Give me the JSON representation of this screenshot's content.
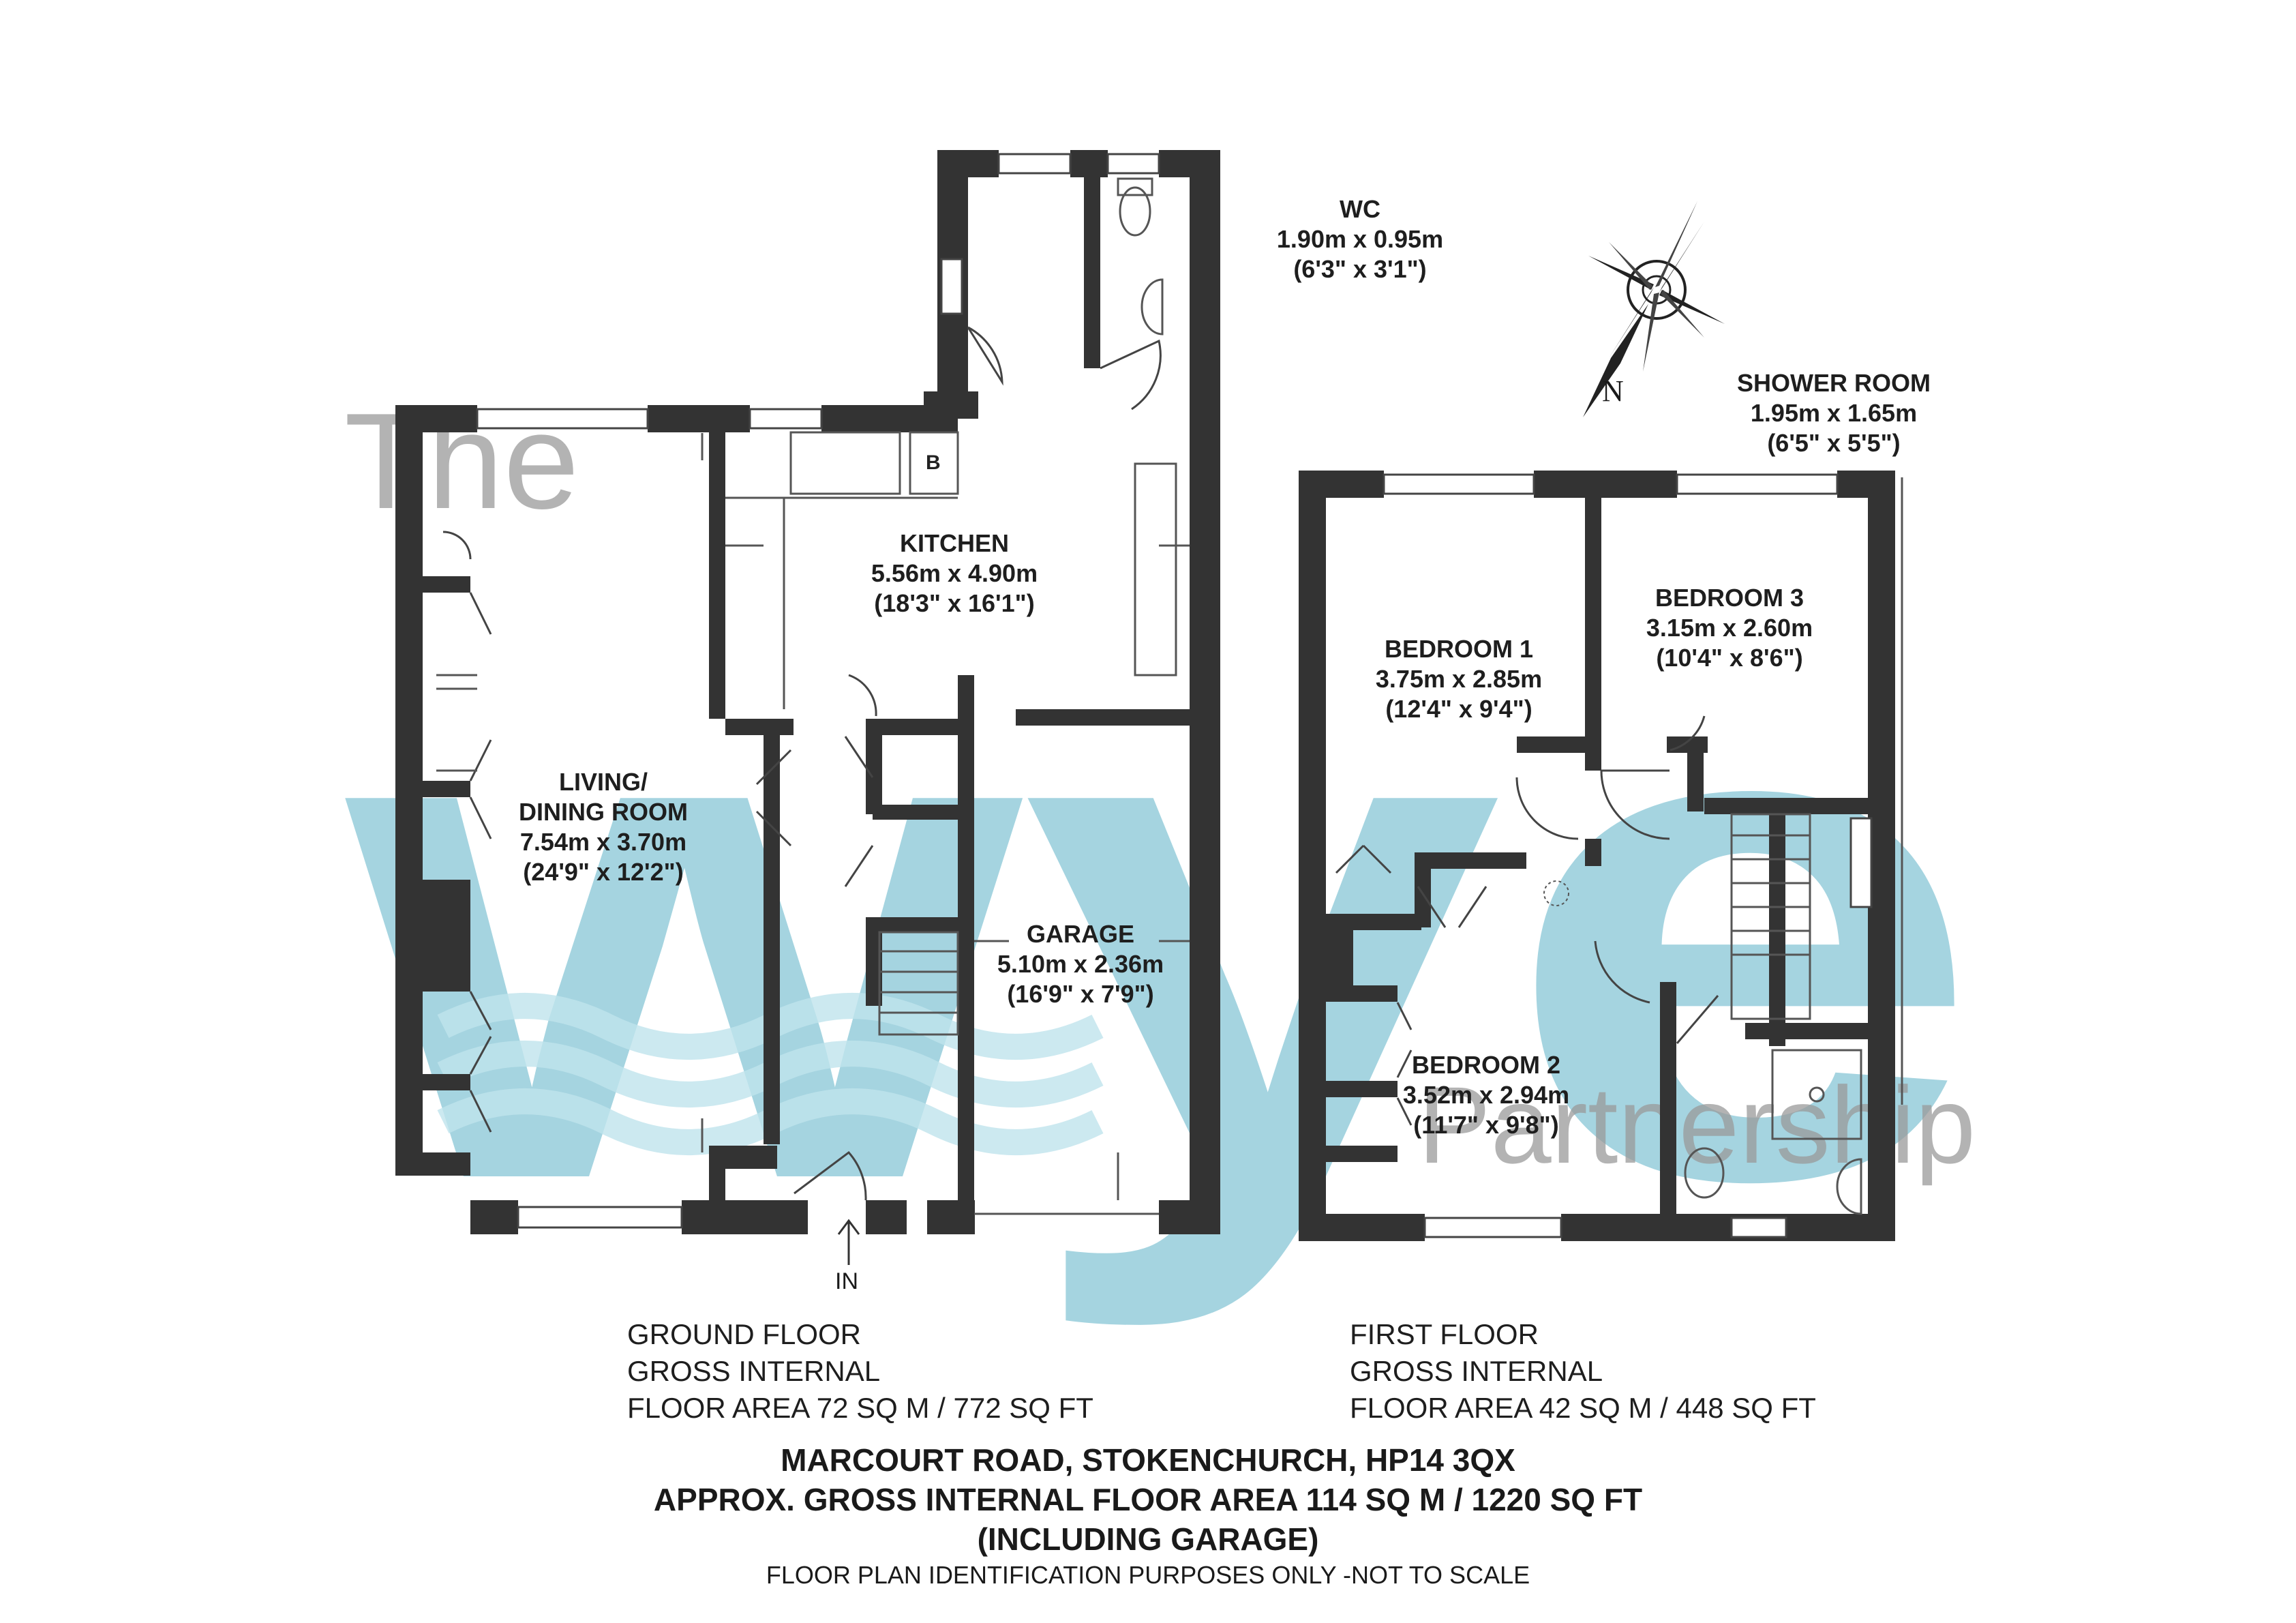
{
  "rooms": {
    "wc": {
      "name": "WC",
      "metric": "1.90m x 0.95m",
      "imperial": "(6'3\" x 3'1\")"
    },
    "shower": {
      "name": "SHOWER ROOM",
      "metric": "1.95m x 1.65m",
      "imperial": "(6'5\" x 5'5\")"
    },
    "kitchen": {
      "name": "KITCHEN",
      "metric": "5.56m x 4.90m",
      "imperial": "(18'3\" x 16'1\")"
    },
    "living": {
      "name1": "LIVING/",
      "name2": "DINING ROOM",
      "metric": "7.54m x 3.70m",
      "imperial": "(24'9\" x 12'2\")"
    },
    "garage": {
      "name": "GARAGE",
      "metric": "5.10m x 2.36m",
      "imperial": "(16'9\" x 7'9\")"
    },
    "bedroom1": {
      "name": "BEDROOM 1",
      "metric": "3.75m x 2.85m",
      "imperial": "(12'4\" x 9'4\")"
    },
    "bedroom2": {
      "name": "BEDROOM 2",
      "metric": "3.52m x 2.94m",
      "imperial": "(11'7\" x 9'8\")"
    },
    "bedroom3": {
      "name": "BEDROOM 3",
      "metric": "3.15m x 2.60m",
      "imperial": "(10'4\" x 8'6\")"
    }
  },
  "boiler_mark": "B",
  "entrance": "IN",
  "compass": "N",
  "watermark": {
    "line1": "The",
    "line2": "wye",
    "line3": "Partnership"
  },
  "ground_floor": {
    "line1": "GROUND FLOOR",
    "line2": "GROSS INTERNAL",
    "line3": "FLOOR AREA 72 SQ M / 772 SQ FT"
  },
  "first_floor": {
    "line1": "FIRST FLOOR",
    "line2": "GROSS INTERNAL",
    "line3": "FLOOR AREA 42 SQ M / 448 SQ FT"
  },
  "footer": {
    "address": "MARCOURT ROAD, STOKENCHURCH, HP14 3QX",
    "total": "APPROX. GROSS INTERNAL FLOOR AREA 114 SQ M / 1220 SQ FT",
    "note": "(INCLUDING GARAGE)",
    "disclaimer": "FLOOR PLAN IDENTIFICATION PURPOSES ONLY -NOT TO SCALE"
  },
  "colors": {
    "wall": "#333333",
    "watermark_blue": "#7fc3d3",
    "watermark_grey": "#9a9a9a",
    "background": "#ffffff"
  }
}
